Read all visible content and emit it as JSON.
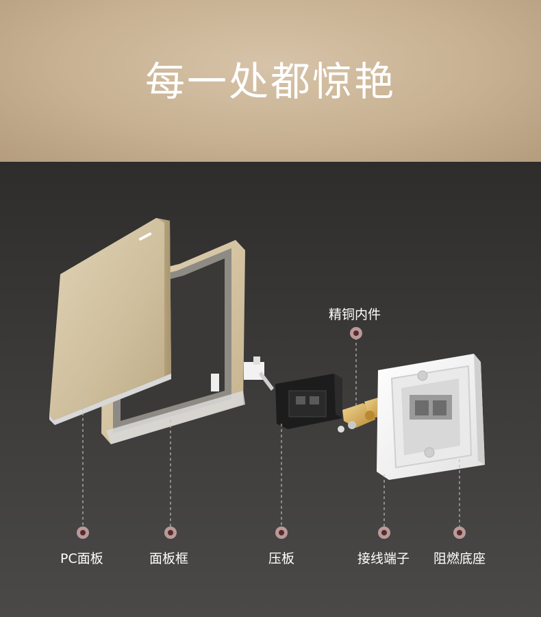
{
  "header": {
    "title": "每一处都惊艳"
  },
  "components": {
    "copper": "精铜内件",
    "pc_panel": "PC面板",
    "panel_frame": "面板框",
    "press_plate": "压板",
    "terminal": "接线端子",
    "base": "阻燃底座"
  },
  "colors": {
    "header_bg": "#c8b293",
    "scene_bg": "#353433",
    "panel_gold": "#d3c3a1",
    "marker": "#c4a9a9"
  }
}
